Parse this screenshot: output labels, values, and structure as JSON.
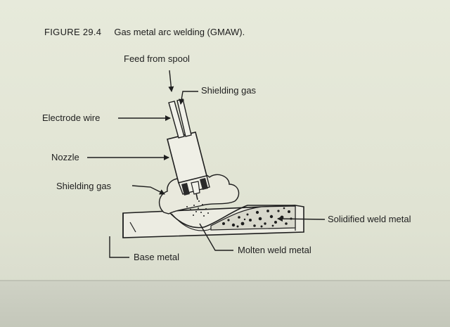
{
  "figure": {
    "number": "FIGURE 29.4",
    "title": "Gas metal arc welding (GMAW)."
  },
  "labels": {
    "feed": "Feed from spool",
    "shielding_gas_top": "Shielding gas",
    "electrode_wire": "Electrode wire",
    "nozzle": "Nozzle",
    "shielding_gas_left": "Shielding gas",
    "solidified": "Solidified weld metal",
    "base_metal": "Base metal",
    "molten": "Molten weld metal"
  }
}
